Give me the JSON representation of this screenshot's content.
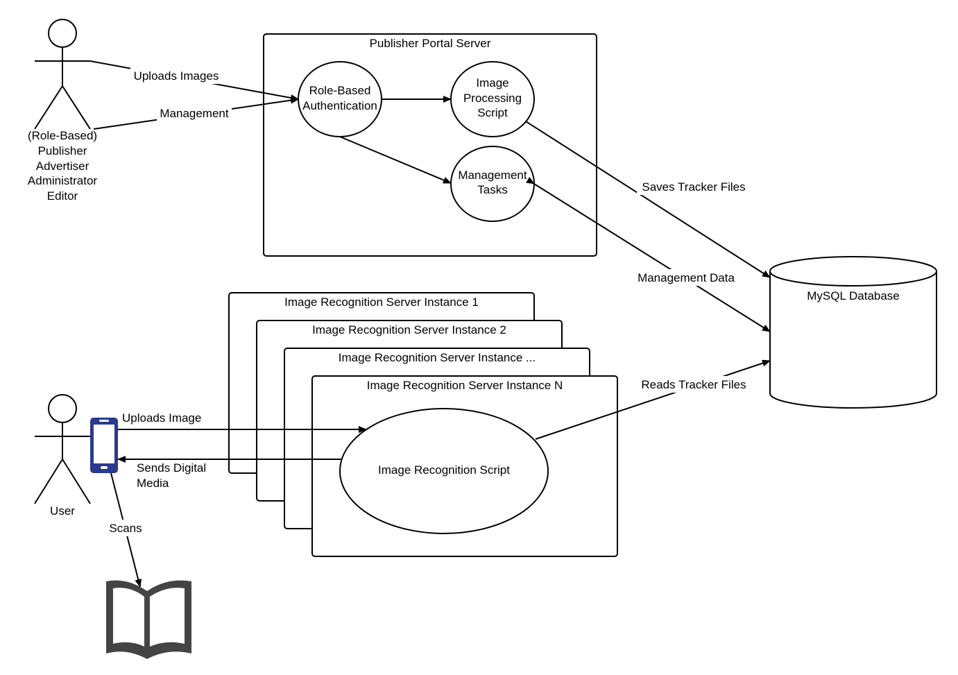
{
  "actors": {
    "admin": {
      "lines": [
        "(Role-Based)",
        "Publisher",
        "Advertiser",
        "Administrator",
        "Editor"
      ]
    },
    "user": {
      "label": "User"
    }
  },
  "publisher_portal": {
    "title": "Publisher Portal Server",
    "auth": {
      "lines": [
        "Role-Based",
        "Authentication"
      ]
    },
    "image_processing": {
      "lines": [
        "Image",
        "Processing",
        "Script"
      ]
    },
    "management_tasks": {
      "lines": [
        "Management",
        "Tasks"
      ]
    }
  },
  "recognition_servers": {
    "instance_1": "Image Recognition Server Instance 1",
    "instance_2": "Image Recognition Server Instance 2",
    "instance_more": "Image Recognition Server Instance ...",
    "instance_n": "Image Recognition Server Instance N",
    "script": "Image Recognition Script"
  },
  "database": {
    "label": "MySQL Database"
  },
  "edges": {
    "uploads_images": "Uploads Images",
    "management": "Management",
    "saves_tracker_files": "Saves Tracker Files",
    "management_data": "Management Data",
    "reads_tracker_files": "Reads Tracker Files",
    "uploads_image": "Uploads Image",
    "sends_digital_media": [
      "Sends Digital",
      "Media"
    ],
    "scans": "Scans"
  },
  "icons": {
    "phone": "phone-icon",
    "book": "book-icon"
  },
  "colors": {
    "phone": "#2a3a8c",
    "book": "#444444",
    "stroke": "#000000"
  }
}
